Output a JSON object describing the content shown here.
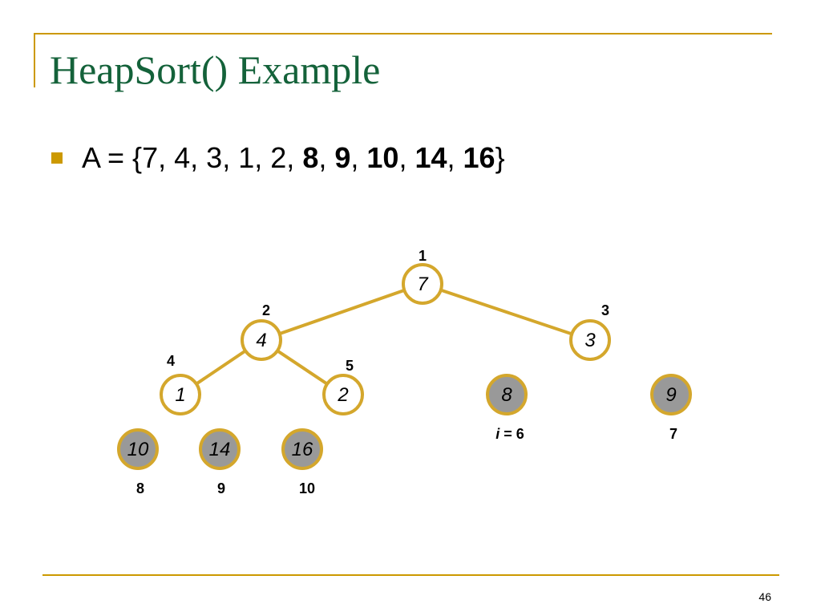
{
  "slide": {
    "title": "HeapSort() Example",
    "array_prefix": "A = {",
    "array_plain": [
      "7",
      "4",
      "3",
      "1",
      "2"
    ],
    "array_bold": [
      "8",
      "9",
      "10",
      "14",
      "16"
    ],
    "array_suffix": "}",
    "page_number": "46",
    "i_marker": {
      "var": "i",
      "rest": " = 6"
    }
  },
  "colors": {
    "accent": "#CC9900",
    "title": "#14623A",
    "edge": "#D4A72C",
    "node_fill_active": "#FFFFFF",
    "node_fill_sorted": "#999999"
  },
  "tree": {
    "nodes": [
      {
        "value": "7",
        "index": "1",
        "sorted": false
      },
      {
        "value": "4",
        "index": "2",
        "sorted": false
      },
      {
        "value": "3",
        "index": "3",
        "sorted": false
      },
      {
        "value": "1",
        "index": "4",
        "sorted": false
      },
      {
        "value": "2",
        "index": "5",
        "sorted": false
      },
      {
        "value": "8",
        "index": "",
        "sorted": true
      },
      {
        "value": "9",
        "index": "7",
        "sorted": true
      },
      {
        "value": "10",
        "index": "8",
        "sorted": true
      },
      {
        "value": "14",
        "index": "9",
        "sorted": true
      },
      {
        "value": "16",
        "index": "10",
        "sorted": true
      }
    ],
    "edges": [
      [
        0,
        1
      ],
      [
        0,
        2
      ],
      [
        1,
        3
      ],
      [
        1,
        4
      ]
    ]
  }
}
